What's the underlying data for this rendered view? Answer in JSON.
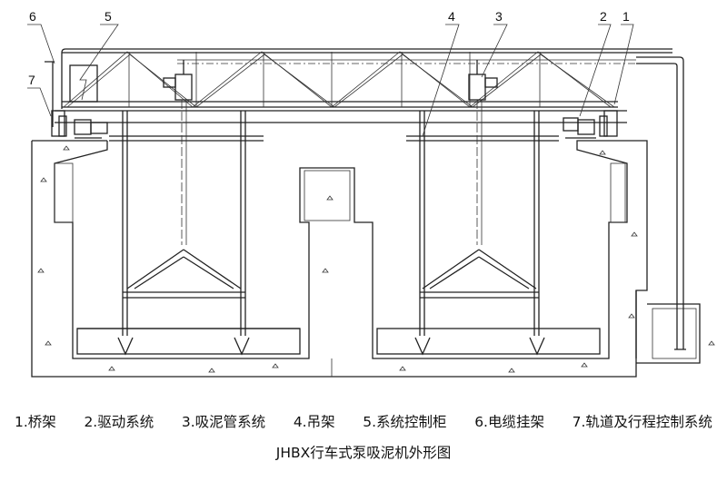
{
  "callouts": [
    "1",
    "2",
    "3",
    "4",
    "5",
    "6",
    "7"
  ],
  "legend": [
    "1.桥架",
    "2.驱动系统",
    "3.吸泥管系统",
    "4.吊架",
    "5.系统控制柜",
    "6.电缆挂架",
    "7.轨道及行程控制系统"
  ],
  "caption": "JHBX行车式泵吸泥机外形图"
}
